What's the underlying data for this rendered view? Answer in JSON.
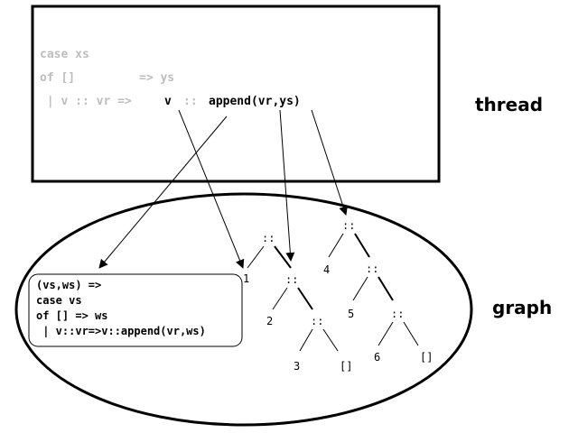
{
  "thread_box": {
    "label": "thread",
    "code": {
      "line1": "case xs",
      "line2_prefix": "of []",
      "line2_suffix": "=> ys",
      "line3_grey": " | v :: vr =>",
      "line3_v": "v",
      "line3_cons": "::",
      "line3_append": "append(vr,ys)"
    }
  },
  "graph": {
    "label": "graph",
    "closure_code": [
      "(vs,ws) =>",
      "case vs",
      "of [] => ws",
      " | v::vr=>v::append(vr,ws)"
    ],
    "list1": {
      "cons": "::",
      "items": [
        "1",
        "2",
        "3"
      ],
      "nil": "[]"
    },
    "list2": {
      "cons": "::",
      "items": [
        "4",
        "5",
        "6"
      ],
      "nil": "[]"
    }
  }
}
